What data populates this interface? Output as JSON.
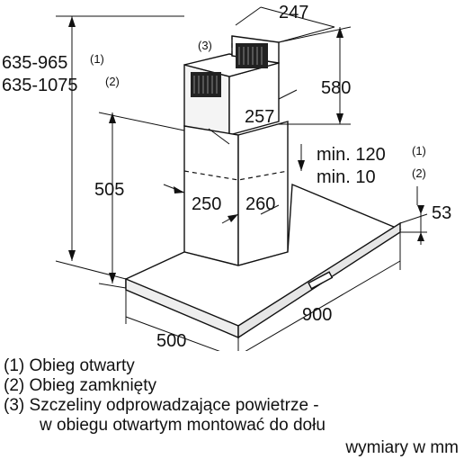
{
  "dimensions": {
    "height_open": "635-965",
    "height_open_ref": "(1)",
    "height_closed": "635-1075",
    "height_closed_ref": "(2)",
    "chimney_vent_callout": "(3)",
    "upper_chimney_width": "247",
    "upper_chimney_height": "580",
    "upper_chimney_depth": "257",
    "min_clearance_open": "min. 120",
    "min_clearance_open_ref": "(1)",
    "min_clearance_closed": "min. 10",
    "min_clearance_closed_ref": "(2)",
    "hood_height": "505",
    "lower_chimney_depth": "250",
    "lower_chimney_width": "260",
    "canopy_thickness": "53",
    "hood_width": "900",
    "hood_depth": "500"
  },
  "legend": [
    {
      "ref": "(1)",
      "text": "Obieg otwarty"
    },
    {
      "ref": "(2)",
      "text": "Obieg zamknięty"
    },
    {
      "ref": "(3)",
      "text": "Szczeliny odprowadzające powietrze -"
    }
  ],
  "legend_continuation": "w obiegu otwartym montować do dołu",
  "units_note": "wymiary w mm"
}
